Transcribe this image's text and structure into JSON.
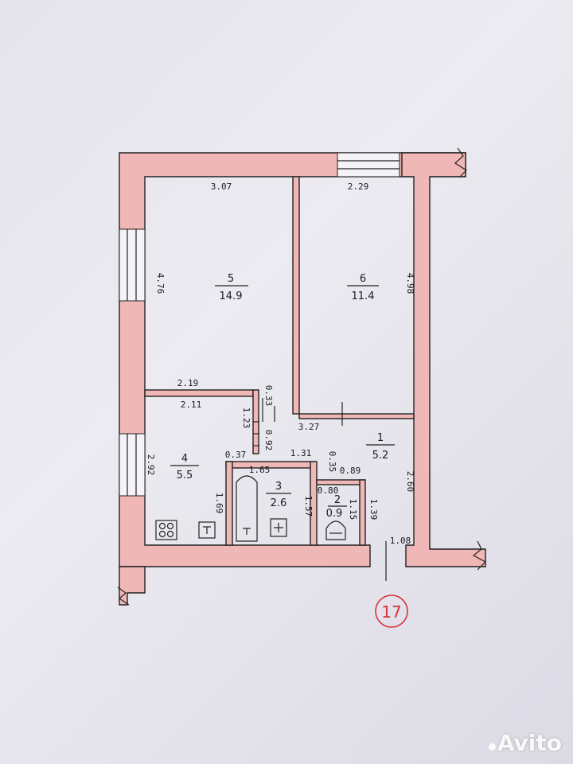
{
  "rooms": [
    {
      "id": "1",
      "area": "5.2"
    },
    {
      "id": "2",
      "area": "0.9"
    },
    {
      "id": "3",
      "area": "2.6"
    },
    {
      "id": "4",
      "area": "5.5"
    },
    {
      "id": "5",
      "area": "14.9"
    },
    {
      "id": "6",
      "area": "11.4"
    }
  ],
  "dimensions": {
    "top_left": "3.07",
    "top_right": "2.29",
    "room5_height": "4.76",
    "room6_height": "4.98",
    "kitchen_top_outer": "2.19",
    "kitchen_top_inner": "2.11",
    "d_033": "0.33",
    "d_123": "1.23",
    "d_327": "3.27",
    "d_092": "0.92",
    "d_037": "0.37",
    "d_165": "1.65",
    "d_131": "1.31",
    "d_035": "0.35",
    "d_089": "0.89",
    "d_080": "0.80",
    "d_115": "1.15",
    "d_157": "1.57",
    "d_139": "1.39",
    "d_169": "1.69",
    "d_292": "2.92",
    "d_260": "2.60",
    "d_108": "1.08"
  },
  "apartment_number": "17",
  "watermark": "Avito",
  "colors": {
    "wall": "#f0b7b7",
    "line": "#222222",
    "paper": "#e6e4ec",
    "stamp": "#d9323a"
  }
}
